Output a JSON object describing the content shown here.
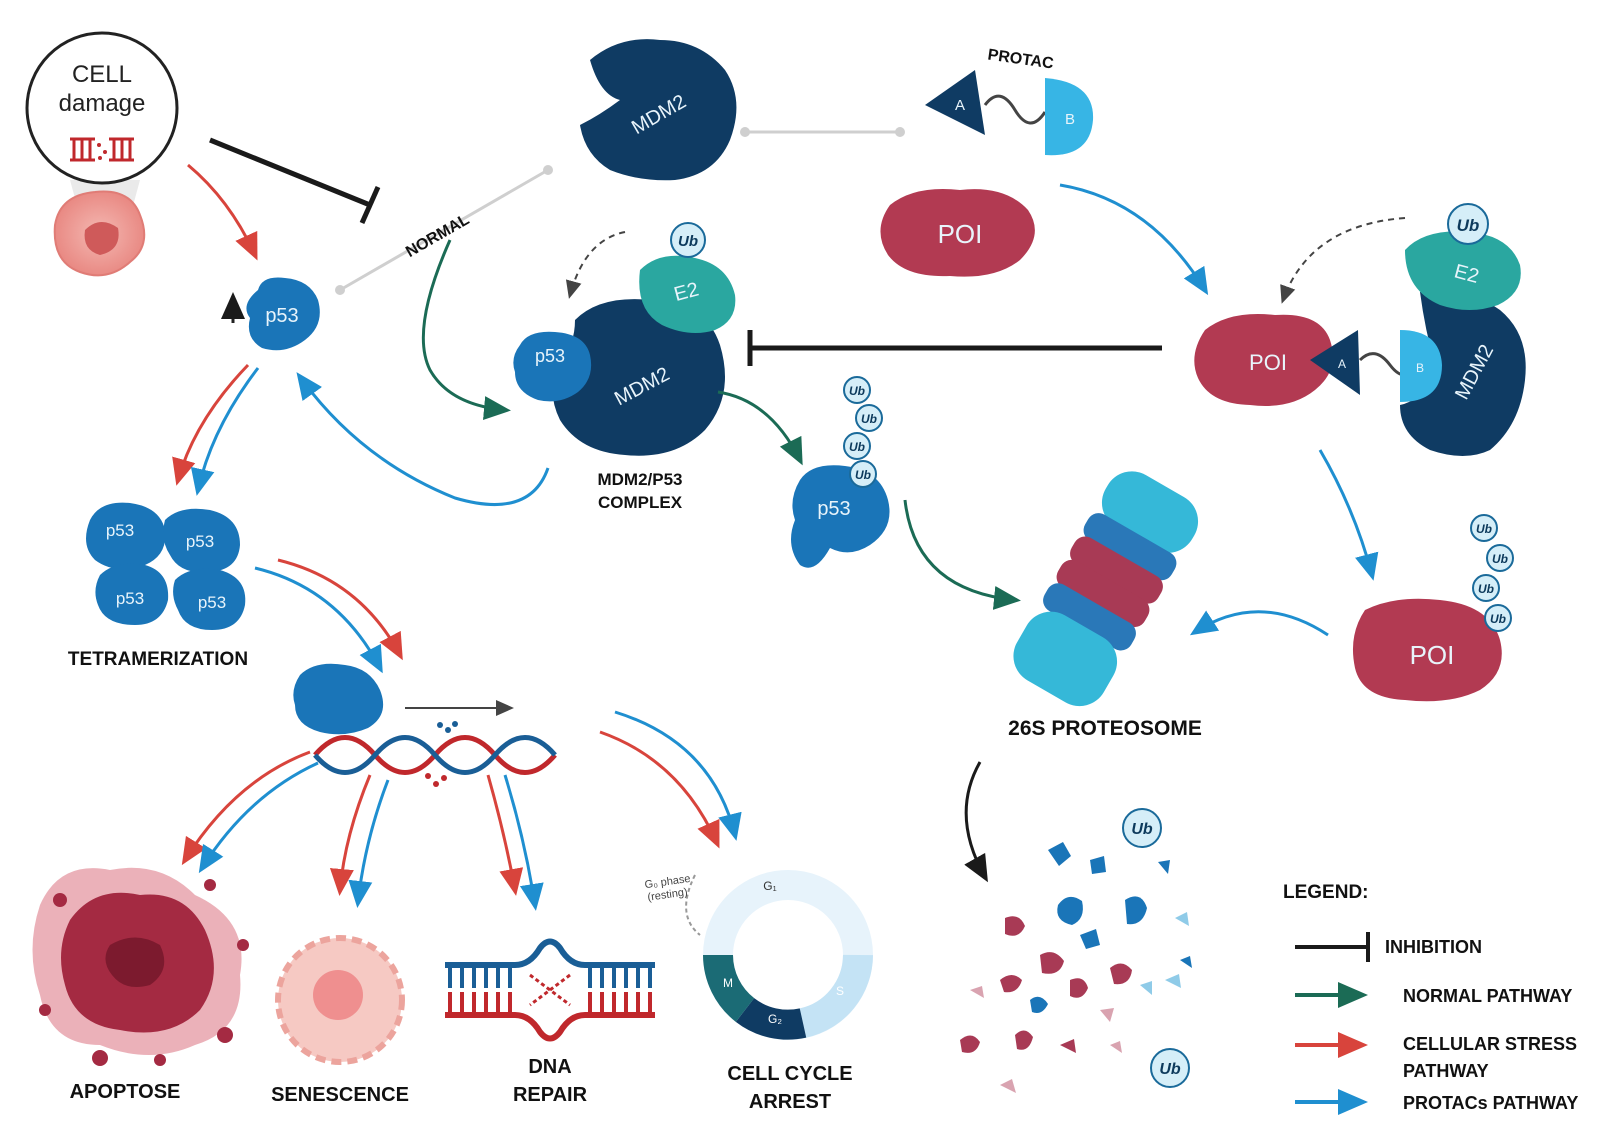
{
  "colors": {
    "stress": "#d8443c",
    "protac": "#1f8fd0",
    "normal": "#1b6b55",
    "inhibition": "#1a1a1a",
    "p53": "#1a75b8",
    "mdm2": "#0f3b63",
    "e2": "#2aa7a0",
    "poi": "#b23a52",
    "ub_fill": "#d5eef8",
    "ub_stroke": "#1a6a9a"
  },
  "cell_damage": {
    "line1": "CELL",
    "line2": "damage"
  },
  "proteins": {
    "p53": "p53",
    "mdm2": "MDM2",
    "e2": "E2",
    "poi": "POI",
    "ub": "Ub",
    "protac_a": "A",
    "protac_b": "B"
  },
  "labels": {
    "normal": "NORMAL",
    "protac": "PROTAC",
    "complex_line1": "MDM2/P53",
    "complex_line2": "COMPLEX",
    "tetramerization": "TETRAMERIZATION",
    "proteosome": "26S PROTEOSOME",
    "apoptose": "APOPTOSE",
    "senescence": "SENESCENCE",
    "dna_repair_line1": "DNA",
    "dna_repair_line2": "REPAIR",
    "cell_cycle_line1": "CELL CYCLE",
    "cell_cycle_line2": "ARREST"
  },
  "cell_cycle": {
    "phases": [
      "G₁",
      "S",
      "G₂",
      "M"
    ],
    "g0_line1": "G₀ phase",
    "g0_line2": "(resting)"
  },
  "legend": {
    "title": "LEGEND:",
    "items": [
      {
        "label": "INHIBITION",
        "kind": "inhibition"
      },
      {
        "label": "NORMAL PATHWAY",
        "kind": "normal"
      },
      {
        "label": "CELLULAR STRESS",
        "label2": "PATHWAY",
        "kind": "stress"
      },
      {
        "label": "PROTACs PATHWAY",
        "kind": "protac"
      }
    ]
  }
}
